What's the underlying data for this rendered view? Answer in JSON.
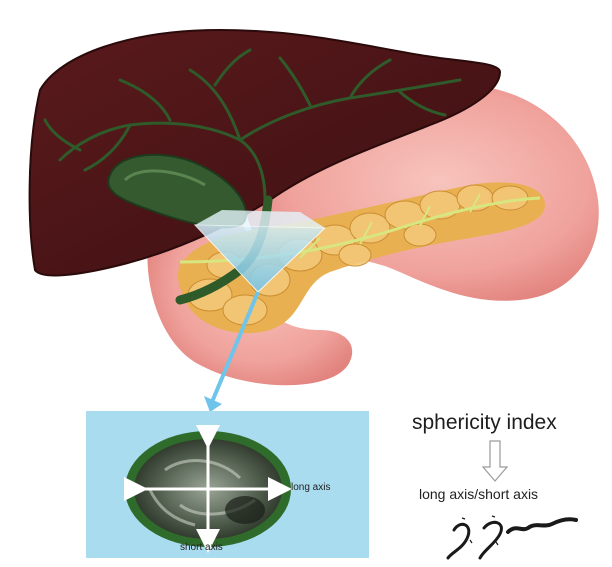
{
  "labels": {
    "sphericity_index": "sphericity index",
    "ratio": "long axis/short axis",
    "long_axis": "long axis",
    "short_axis": "short axis"
  },
  "colors": {
    "liver": "#4a1416",
    "liver_edge": "#2a0a0b",
    "stomach": "#f0a5a0",
    "pancreas": "#e8b050",
    "bile_duct": "#2f5a2a",
    "gallbladder": "#355a30",
    "ultrasound_beam": "#a8d8ee",
    "ultrasound_panel": "#aadcf0"
  }
}
